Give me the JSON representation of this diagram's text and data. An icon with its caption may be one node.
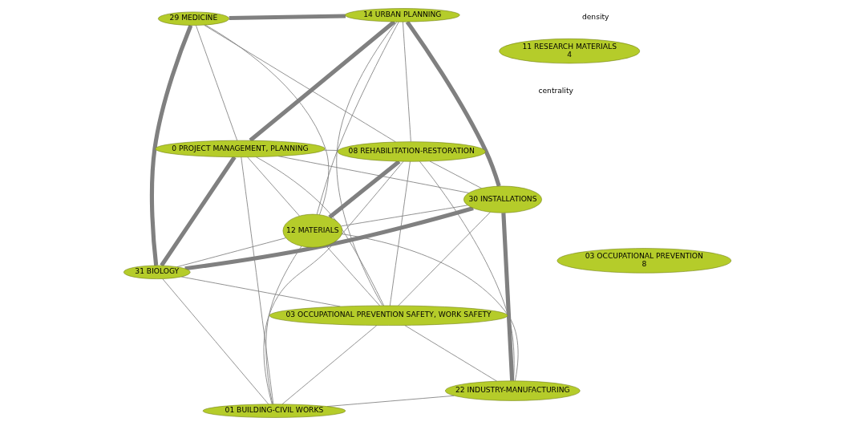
{
  "diagram": {
    "nodes": [
      {
        "text": [
          "03 OCCUPATIONAL PREVENTION",
          "8"
        ]
      },
      {
        "text": [
          "11 RESEARCH MATERIALS",
          "4"
        ]
      },
      {
        "text": [
          "08 REHABILITATION-RESTORATION"
        ]
      },
      {
        "text": [
          "14 URBAN PLANNING"
        ]
      },
      {
        "text": [
          "0 PROJECT MANAGEMENT, PLANNING"
        ]
      },
      {
        "text": [
          "30 INSTALLATIONS"
        ]
      },
      {
        "text": [
          "29 MEDICINE"
        ]
      },
      {
        "text": [
          "03 OCCUPATIONAL PREVENTION SAFETY, WORK SAFETY"
        ]
      },
      {
        "text": [
          "31 BIOLOGY"
        ]
      },
      {
        "text": [
          "12 MATERIALS"
        ]
      },
      {
        "text": [
          "01 BUILDING-CIVIL WORKS"
        ]
      },
      {
        "text": [
          "22 INDUSTRY-MANUFACTURING"
        ]
      }
    ],
    "edges": [
      {
        "from": 2,
        "to": 3,
        "arrow": "none"
      },
      {
        "from": 2,
        "to": 4,
        "arrow": "none"
      },
      {
        "from": 2,
        "to": 6,
        "arrow": "none"
      },
      {
        "from": 2,
        "to": 9,
        "arrow": "none",
        "style": "thick"
      },
      {
        "from": 2,
        "to": 11,
        "arrow": "none"
      },
      {
        "from": 2,
        "to": 7,
        "arrow": "none"
      },
      {
        "from": 2,
        "to": 10,
        "arrow": "none"
      },
      {
        "from": 2,
        "to": 5,
        "arrow": "none"
      },
      {
        "from": 3,
        "to": 4,
        "arrow": "none",
        "style": "thick"
      },
      {
        "from": 3,
        "to": 6,
        "arrow": "none",
        "style": "thick"
      },
      {
        "from": 3,
        "to": 5,
        "arrow": "none",
        "style": "thick"
      },
      {
        "from": 3,
        "to": 7,
        "arrow": "none"
      },
      {
        "from": 3,
        "to": 9,
        "arrow": "none"
      },
      {
        "from": 4,
        "to": 6,
        "arrow": "none"
      },
      {
        "from": 4,
        "to": 9,
        "arrow": "none"
      },
      {
        "from": 4,
        "to": 8,
        "arrow": "none",
        "style": "thick"
      },
      {
        "from": 4,
        "to": 5,
        "arrow": "none"
      },
      {
        "from": 4,
        "to": 7,
        "arrow": "none"
      },
      {
        "from": 4,
        "to": 10,
        "arrow": "none"
      },
      {
        "from": 6,
        "to": 8,
        "arrow": "none",
        "style": "thick"
      },
      {
        "from": 6,
        "to": 9,
        "arrow": "none"
      },
      {
        "from": 5,
        "to": 7,
        "arrow": "none"
      },
      {
        "from": 5,
        "to": 9,
        "arrow": "none"
      },
      {
        "from": 5,
        "to": 11,
        "arrow": "none",
        "style": "thick"
      },
      {
        "from": 5,
        "to": 8,
        "arrow": "none",
        "style": "thick"
      },
      {
        "from": 7,
        "to": 9,
        "arrow": "none"
      },
      {
        "from": 7,
        "to": 11,
        "arrow": "none"
      },
      {
        "from": 7,
        "to": 8,
        "arrow": "none"
      },
      {
        "from": 7,
        "to": 10,
        "arrow": "none"
      },
      {
        "from": 9,
        "to": 8,
        "arrow": "none"
      },
      {
        "from": 9,
        "to": 11,
        "arrow": "none"
      },
      {
        "from": 9,
        "to": 10,
        "arrow": "none"
      },
      {
        "from": 11,
        "to": 10,
        "arrow": "none"
      },
      {
        "from": 8,
        "to": 10,
        "arrow": "none"
      }
    ],
    "labels": [
      "density",
      "centrality"
    ]
  }
}
